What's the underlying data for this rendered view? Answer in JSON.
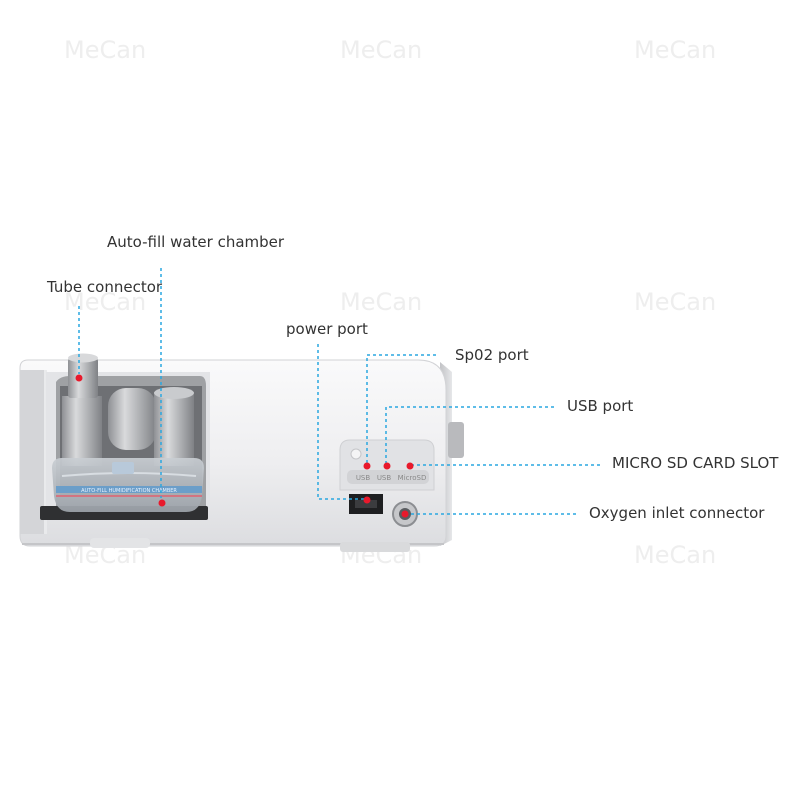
{
  "watermark": "MeCan",
  "device_labels": {
    "chamber_strip": "AUTO-FILL HUMIDIFICATION CHAMBER",
    "port_usb_1": "USB",
    "port_usb_2": "USB",
    "port_microsd": "MicroSD"
  },
  "callouts": {
    "auto_fill": "Auto-fill water chamber",
    "tube_connector": "Tube connector",
    "power_port": "power port",
    "spo2_port": "Sp02 port",
    "usb_port": "USB port",
    "micro_sd": "MICRO SD CARD SLOT",
    "oxygen_inlet": "Oxygen inlet connector"
  },
  "colors": {
    "leader_line": "#2aa7e0",
    "marker_dot": "#e8192c",
    "device_body": "#efeff1",
    "device_edge": "#d6d7da"
  }
}
